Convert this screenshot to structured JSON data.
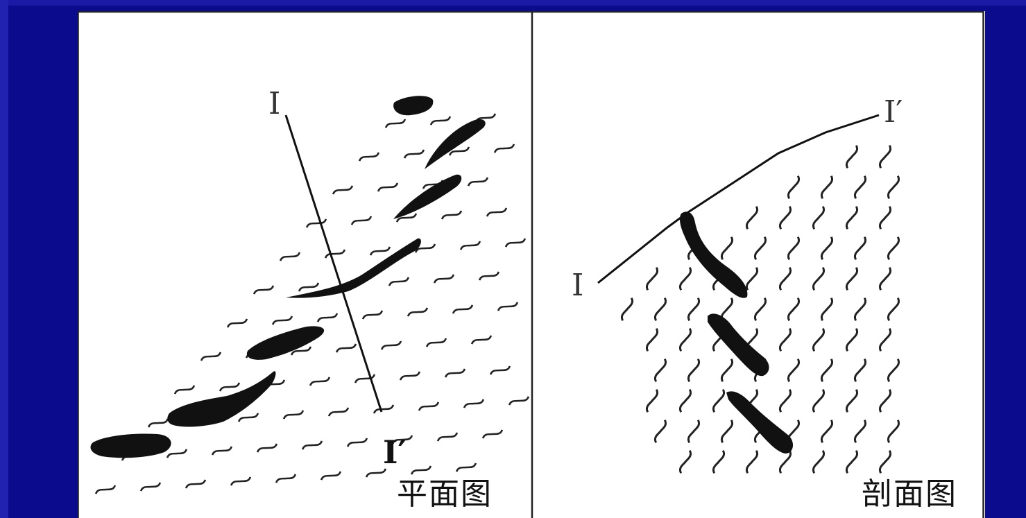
{
  "panels": {
    "plan": {
      "caption": "平面图",
      "line_start_label": "I",
      "line_end_label": "I′"
    },
    "section": {
      "caption": "剖面图",
      "line_start_label": "I",
      "line_end_label": "I′"
    }
  },
  "colors": {
    "slide_background": "#0b0b8e",
    "figure_background": "#ffffff",
    "ink": "#111111"
  },
  "icons": {
    "schistosity_symbol": "s-curve",
    "ore_body": "filled-black-lens"
  }
}
